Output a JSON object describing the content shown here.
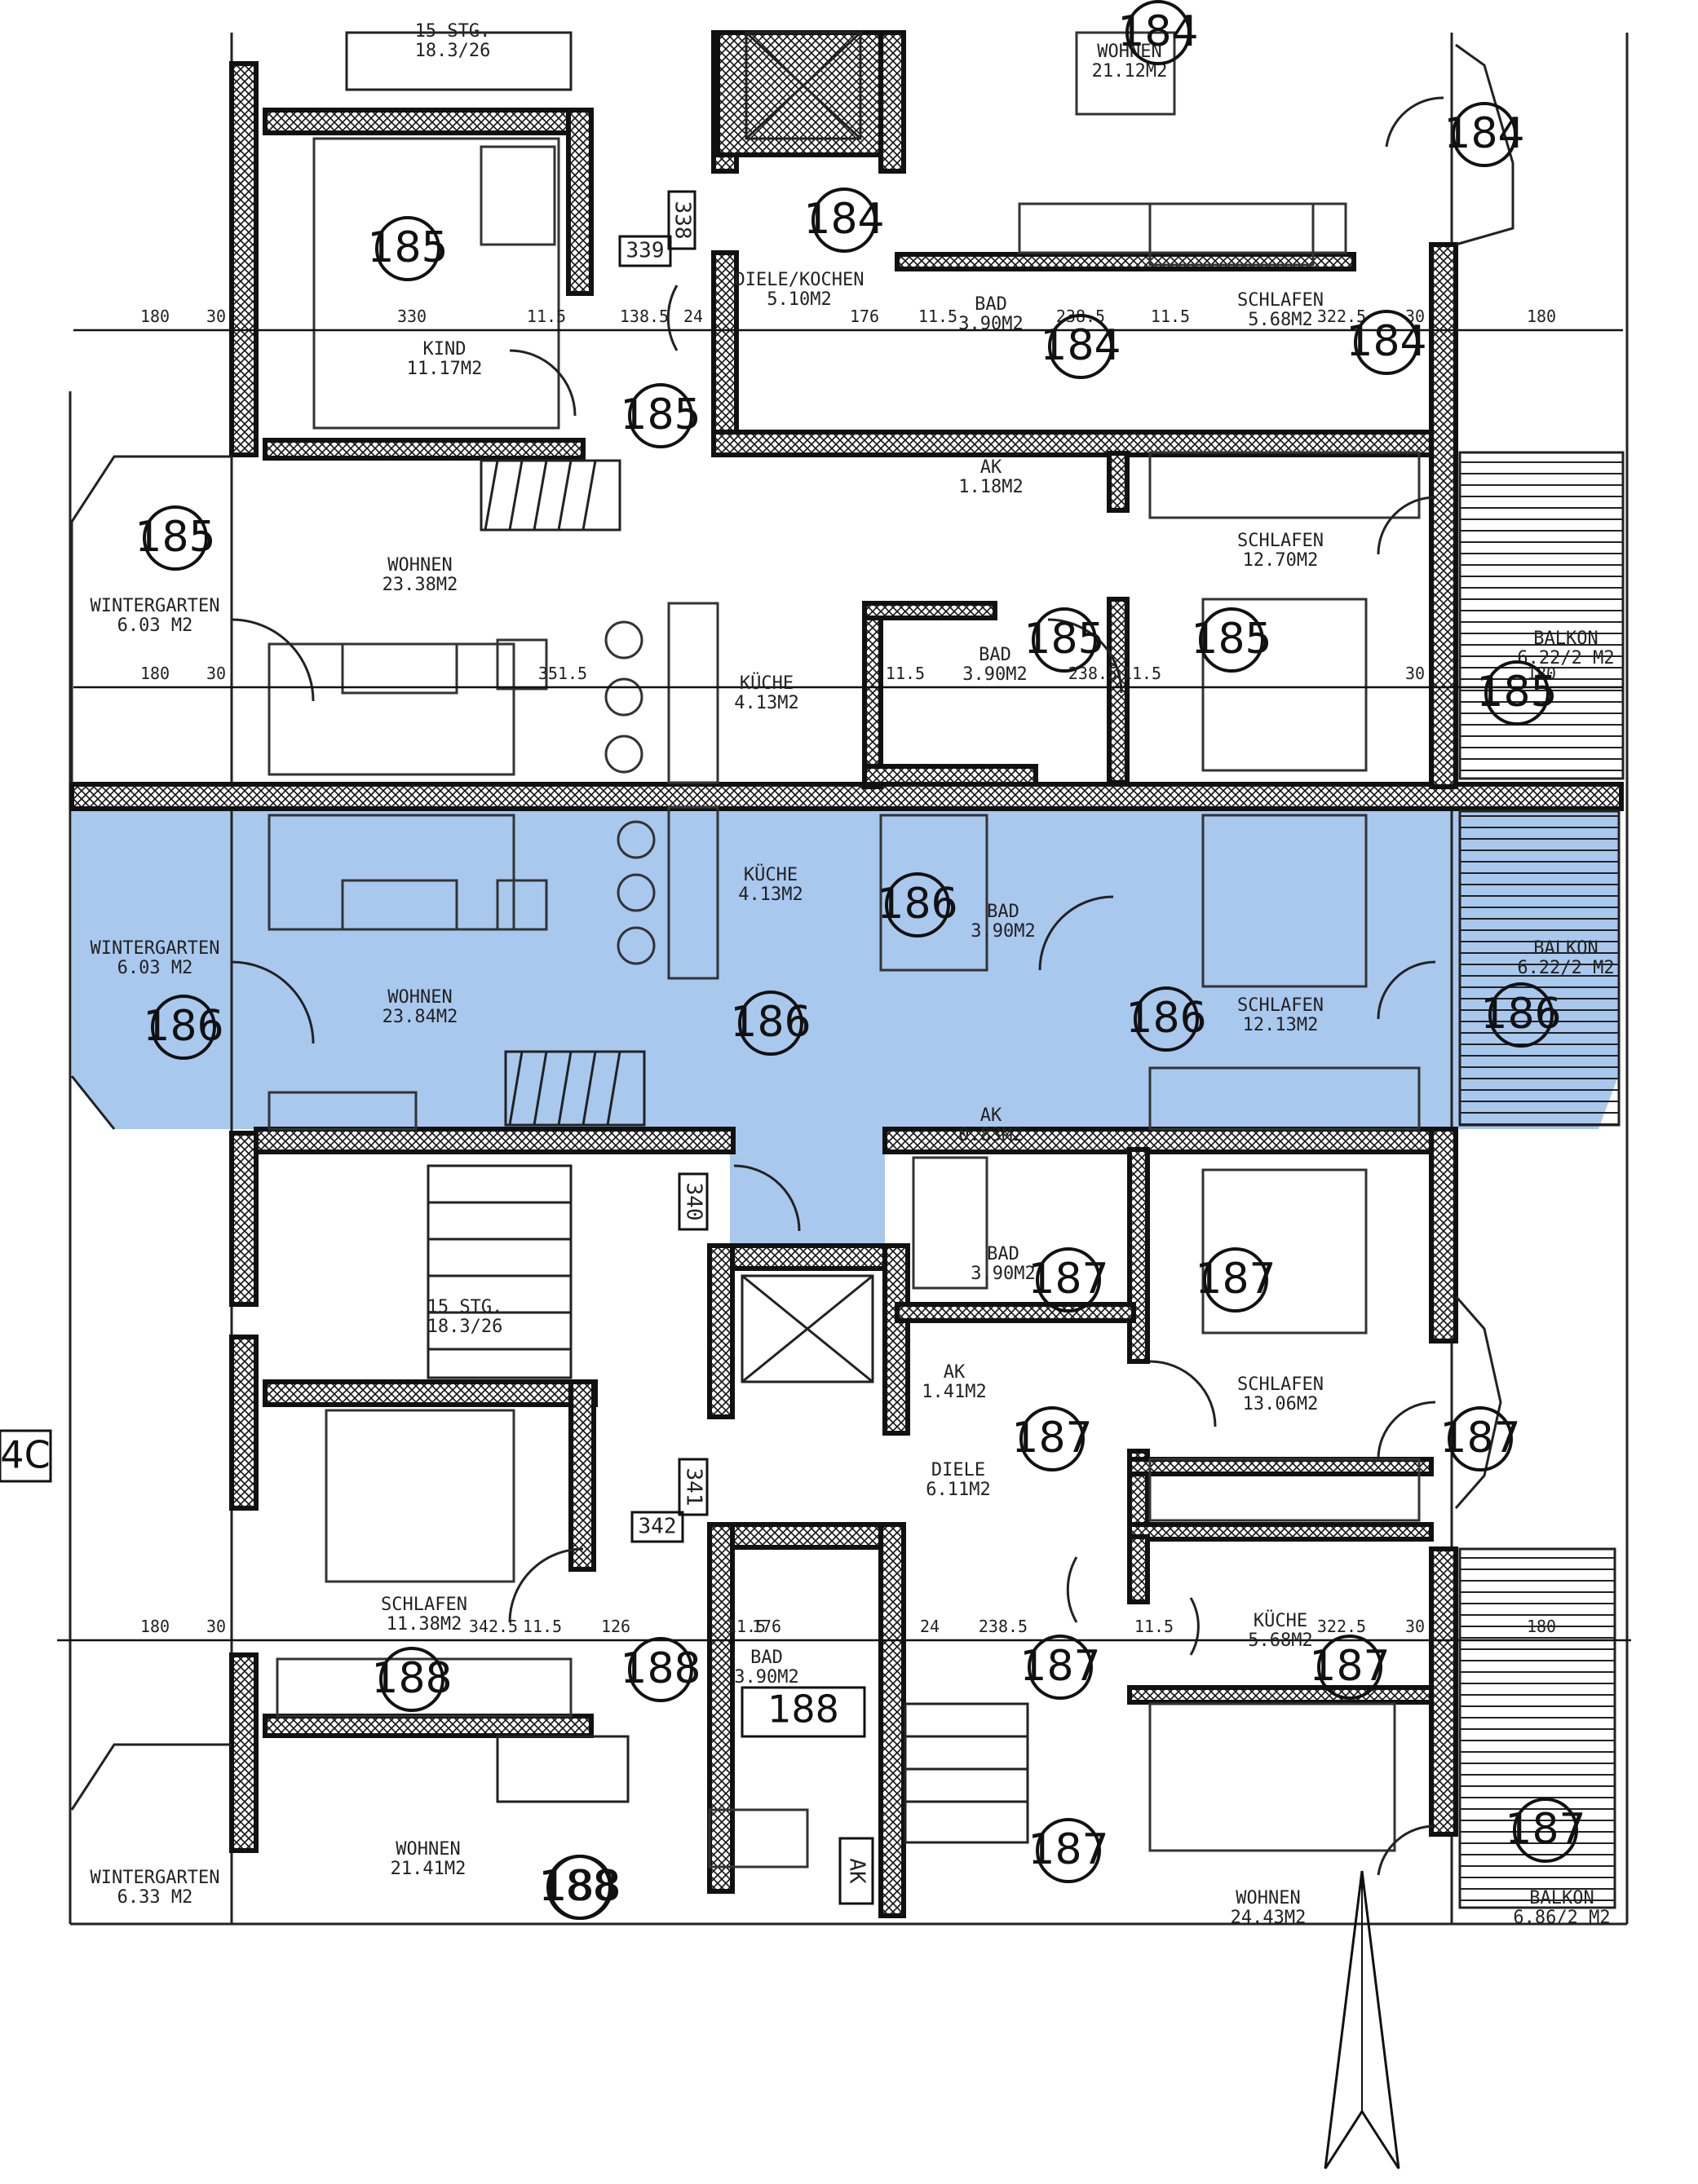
{
  "colors": {
    "highlight": "#a9c8ee",
    "line": "#111111"
  },
  "edge_label": "4C",
  "rooms": [
    {
      "id": "r1",
      "lines": [
        "15 STG.",
        "18.3/26"
      ]
    },
    {
      "id": "r2",
      "lines": [
        "WOHNEN",
        "21.12M2"
      ]
    },
    {
      "id": "r3",
      "lines": [
        "KIND",
        "11.17M2"
      ]
    },
    {
      "id": "r4",
      "lines": [
        "DIELE/KOCHEN",
        "5.10M2"
      ]
    },
    {
      "id": "r5",
      "lines": [
        "BAD",
        "3.90M2"
      ]
    },
    {
      "id": "r6",
      "lines": [
        "SCHLAFEN",
        "5.68M2"
      ]
    },
    {
      "id": "r7",
      "lines": [
        "AK",
        "1.18M2"
      ]
    },
    {
      "id": "r8",
      "lines": [
        "WOHNEN",
        "23.38M2"
      ]
    },
    {
      "id": "r9",
      "lines": [
        "WINTERGARTEN",
        "6.03  M2"
      ]
    },
    {
      "id": "r10",
      "lines": [
        "SCHLAFEN",
        "12.70M2"
      ]
    },
    {
      "id": "r11",
      "lines": [
        "KÜCHE",
        "4.13M2"
      ]
    },
    {
      "id": "r12",
      "lines": [
        "BAD",
        "3.90M2"
      ]
    },
    {
      "id": "r13",
      "lines": [
        "BALKON",
        "6.22/2 M2"
      ]
    },
    {
      "id": "r14",
      "lines": [
        "WINTERGARTEN",
        "6.03 M2"
      ]
    },
    {
      "id": "r15",
      "lines": [
        "WOHNEN",
        "23.84M2"
      ]
    },
    {
      "id": "r16",
      "lines": [
        "KÜCHE",
        "4.13M2"
      ]
    },
    {
      "id": "r17",
      "lines": [
        "BAD",
        "3.90M2"
      ]
    },
    {
      "id": "r18",
      "lines": [
        "SCHLAFEN",
        "12.13M2"
      ]
    },
    {
      "id": "r19",
      "lines": [
        "BALKON",
        "6.22/2 M2"
      ]
    },
    {
      "id": "r20",
      "lines": [
        "AK",
        "0.83M2"
      ]
    },
    {
      "id": "r21",
      "lines": [
        "BAD",
        "3.90M2"
      ]
    },
    {
      "id": "r22",
      "lines": [
        "15 STG.",
        "18.3/26"
      ]
    },
    {
      "id": "r23",
      "lines": [
        "AK",
        "1.41M2"
      ]
    },
    {
      "id": "r24",
      "lines": [
        "SCHLAFEN",
        "13.06M2"
      ]
    },
    {
      "id": "r25",
      "lines": [
        "DIELE",
        "6.11M2"
      ]
    },
    {
      "id": "r26",
      "lines": [
        "SCHLAFEN",
        "11.38M2"
      ]
    },
    {
      "id": "r27",
      "lines": [
        "BAD",
        "3.90M2"
      ]
    },
    {
      "id": "r28",
      "lines": [
        "KÜCHE",
        "5.68M2"
      ]
    },
    {
      "id": "r29",
      "lines": [
        "WOHNEN",
        "21.41M2"
      ]
    },
    {
      "id": "r30",
      "lines": [
        "WINTERGARTEN",
        "6.33 M2"
      ]
    },
    {
      "id": "r31",
      "lines": [
        "WOHNEN",
        "24.43M2"
      ]
    },
    {
      "id": "r32",
      "lines": [
        "BALKON",
        "6.86/2 M2"
      ]
    }
  ],
  "unit_markers": [
    "184",
    "184",
    "184",
    "184",
    "184",
    "185",
    "185",
    "185",
    "185",
    "185",
    "185",
    "186",
    "186",
    "186",
    "186",
    "186",
    "187",
    "187",
    "187",
    "187",
    "187",
    "187",
    "187",
    "187",
    "188",
    "188",
    "188",
    "188"
  ],
  "dimensions_top": [
    "180",
    "30",
    "330",
    "11.5",
    "138.5",
    "24",
    "176",
    "11.5",
    "238.5",
    "11.5",
    "322.5",
    "30",
    "180"
  ],
  "dimensions_mid": [
    "180",
    "30",
    "351.5",
    "11.5",
    "238.5",
    "11.5",
    "30",
    "180"
  ],
  "dimensions_bottom": [
    "180",
    "30",
    "342.5",
    "11.5",
    "126",
    "11.5",
    "176",
    "24",
    "238.5",
    "11.5",
    "322.5",
    "30",
    "180"
  ],
  "boxed_labels": [
    "339",
    "338",
    "340",
    "341",
    "342",
    "188",
    "AK"
  ]
}
